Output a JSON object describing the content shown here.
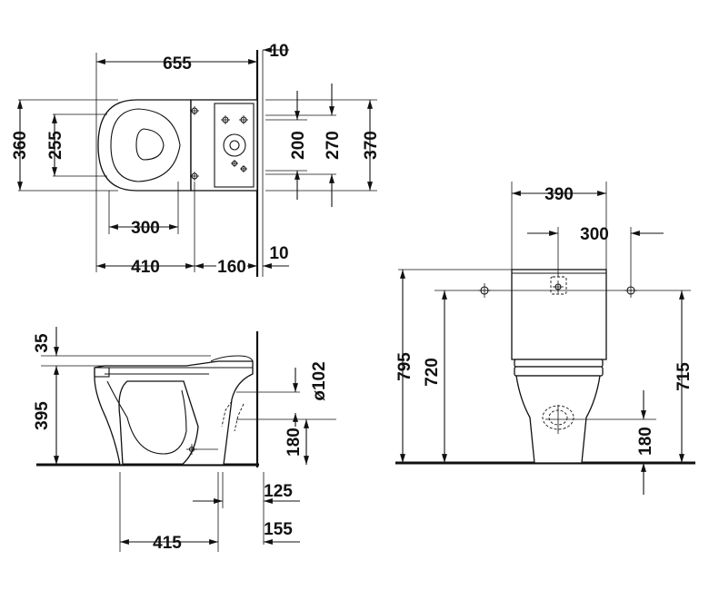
{
  "plan_view": {
    "dim_overall_length": "655",
    "dim_wall_gap_top": "10",
    "dim_overall_width": "360",
    "dim_seat_width": "255",
    "dim_inner_200": "200",
    "dim_inner_270": "270",
    "dim_tank_370": "370",
    "dim_fix_300": "300",
    "dim_fix_410": "410",
    "dim_fix_160": "160",
    "dim_wall_gap_bottom": "10"
  },
  "side_view": {
    "dim_35": "35",
    "dim_395": "395",
    "dim_pipe_dia": "ø102",
    "dim_180": "180",
    "dim_125": "125",
    "dim_415": "415",
    "dim_155": "155"
  },
  "front_view": {
    "dim_390": "390",
    "dim_300": "300",
    "dim_795": "795",
    "dim_720": "720",
    "dim_715": "715",
    "dim_180": "180"
  }
}
